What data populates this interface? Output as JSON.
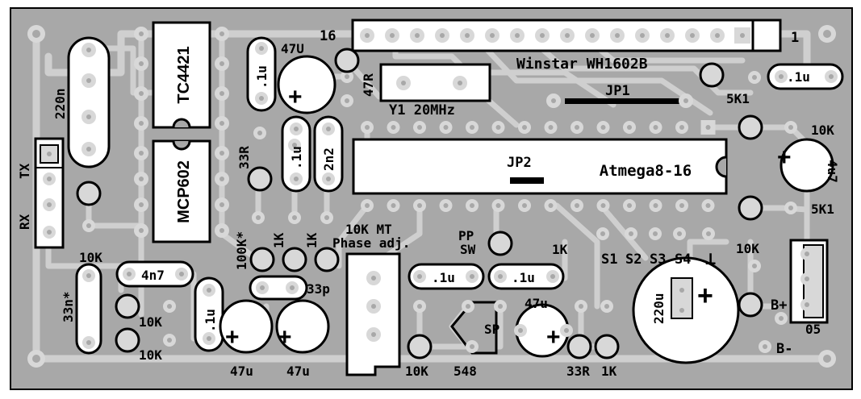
{
  "colors": {
    "board": "#a8a8a8",
    "trace": "#cfcfcf",
    "pad": "#d8d8d8",
    "ink": "#000000",
    "paper": "#ffffff"
  },
  "labels": {
    "tc4421": "TC4421",
    "mcp602": "MCP602",
    "atmega": "Atmega8-16",
    "lcd": "Winstar WH1602B",
    "lcd_pin16": "16",
    "lcd_pin1": "1",
    "crystal": "Y1 20MHz",
    "jp1": "JP1",
    "jp2": "JP2",
    "c220n": "220n",
    "tx": "TX",
    "rx": "RX",
    "c1u_a": ".1u",
    "c47u_top": "47U",
    "r47": "47R",
    "r33_top": "33R",
    "c1u_b": ".1u",
    "c2n2": "2n2",
    "r10k_mt": "10K MT",
    "phase": "Phase adj.",
    "r10k_left": "10K",
    "c33n": "33n*",
    "c4n7": "4n7",
    "r100k": "100K*",
    "r1k_a": "1K",
    "r1k_b": "1K",
    "c33p": "33p",
    "r10k_a": "10K",
    "r10k_b": "10K",
    "c1u_c": ".1u",
    "c47u_a": "47u",
    "c47u_b": "47u",
    "pp": "PP",
    "sw": "SW",
    "r1k_c": "1K",
    "c1u_d": ".1u",
    "c1u_e": ".1u",
    "c47u_c": "47u",
    "sp": "SP",
    "r10k_c": "10K",
    "l548": "548",
    "r33_bot": "33R",
    "r1k_d": "1K",
    "s1": "S1",
    "s2": "S2",
    "s3": "S3",
    "s4": "S4",
    "gnd": "⊥",
    "c1u_f": ".1u",
    "r5k1_a": "5K1",
    "r10k_d": "10K",
    "c4u7": "4u7",
    "r5k1_b": "5K1",
    "r10k_e": "10K",
    "c220u": "220u",
    "bplus": "B+",
    "bminus": "B-",
    "l05": "05"
  }
}
